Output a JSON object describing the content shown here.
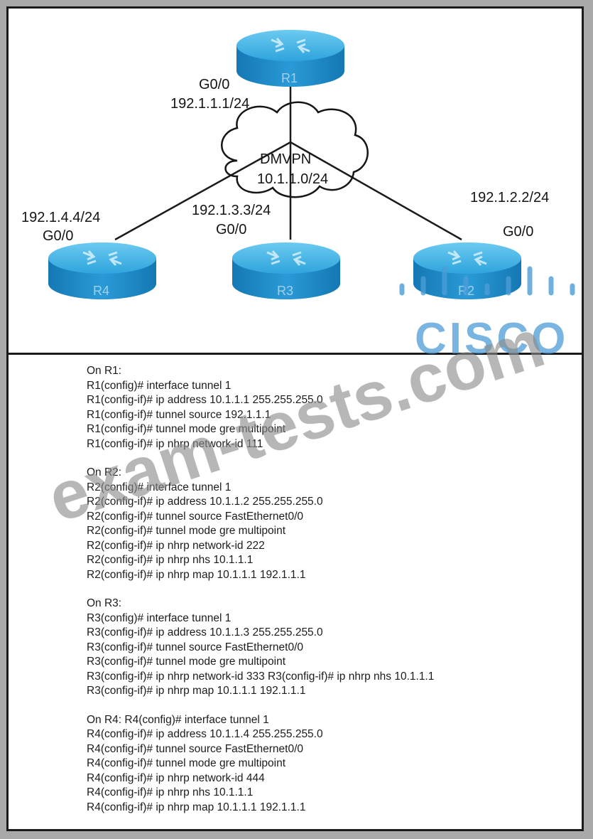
{
  "diagram": {
    "cloud": {
      "name": "DMVPN",
      "subnet": "10.1.1.0/24"
    },
    "routers": [
      {
        "id": "R1",
        "interface": "G0/0",
        "ip": "192.1.1.1/24"
      },
      {
        "id": "R2",
        "interface": "G0/0",
        "ip": "192.1.2.2/24"
      },
      {
        "id": "R3",
        "interface": "G0/0",
        "ip": "192.1.3.3/24"
      },
      {
        "id": "R4",
        "interface": "G0/0",
        "ip": "192.1.4.4/24"
      }
    ]
  },
  "config_blocks": [
    {
      "lines": [
        "On R1:",
        "R1(config)# interface tunnel 1",
        "R1(config-if)# ip address 10.1.1.1 255.255.255.0",
        "R1(config-if)# tunnel source 192.1.1.1",
        "R1(config-if)# tunnel mode gre multipoint",
        "R1(config-if)# ip nhrp network-id 111"
      ]
    },
    {
      "lines": [
        "On R2:",
        "R2(config)# interface tunnel 1",
        "R2(config-if)# ip address 10.1.1.2 255.255.255.0",
        "R2(config-if)# tunnel source FastEthernet0/0",
        "R2(config-if)# tunnel mode gre multipoint",
        "R2(config-if)# ip nhrp network-id 222",
        "R2(config-if)# ip nhrp nhs 10.1.1.1",
        "R2(config-if)# ip nhrp map 10.1.1.1 192.1.1.1"
      ]
    },
    {
      "lines": [
        "On R3:",
        "R3(config)# interface tunnel 1",
        "R3(config-if)# ip address 10.1.1.3 255.255.255.0",
        "R3(config-if)# tunnel source FastEthernet0/0",
        "R3(config-if)# tunnel mode gre multipoint",
        "R3(config-if)# ip nhrp network-id 333 R3(config-if)# ip nhrp nhs 10.1.1.1",
        "R3(config-if)# ip nhrp map 10.1.1.1 192.1.1.1"
      ]
    },
    {
      "lines": [
        "On R4: R4(config)# interface tunnel 1",
        "R4(config-if)# ip address 10.1.1.4 255.255.255.0",
        "R4(config-if)# tunnel source FastEthernet0/0",
        "R4(config-if)# tunnel mode gre multipoint",
        "R4(config-if)# ip nhrp network-id 444",
        "R4(config-if)# ip nhrp nhs 10.1.1.1",
        "R4(config-if)# ip nhrp map 10.1.1.1 192.1.1.1"
      ]
    }
  ],
  "watermark": {
    "site": "exam-tests.com",
    "brand": "CISCO"
  },
  "colors": {
    "router_top": "#46b6e8",
    "router_side": "#1b8cc8",
    "cisco_blue": "#4d9dd6",
    "line": "#1a1a1a"
  }
}
